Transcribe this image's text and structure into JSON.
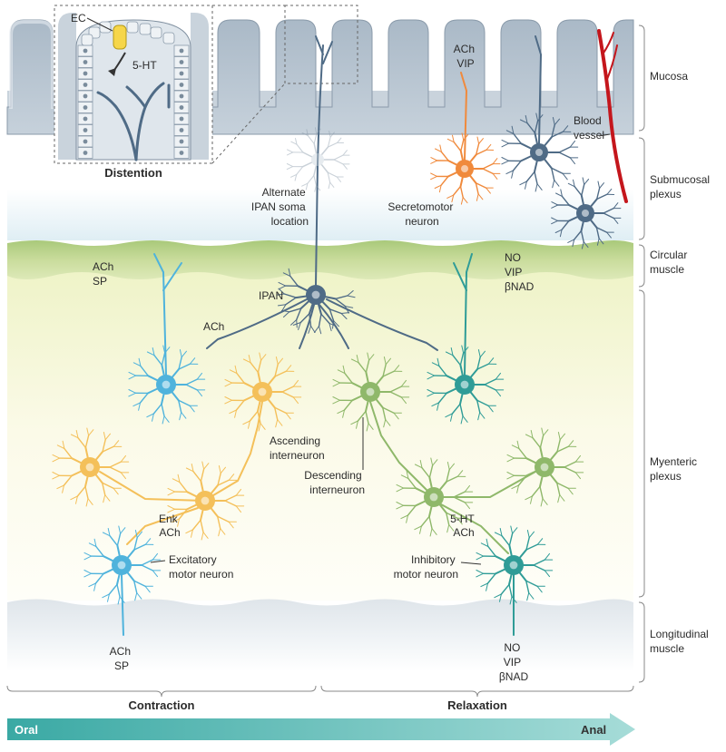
{
  "layers": {
    "mucosa": "Mucosa",
    "submucosal": [
      "Submucosal",
      "plexus"
    ],
    "circular": [
      "Circular",
      "muscle"
    ],
    "myenteric": [
      "Myenteric",
      "plexus"
    ],
    "longitudinal": [
      "Longitudinal",
      "muscle"
    ]
  },
  "inset": {
    "ec": "EC",
    "serotonin": "5-HT",
    "caption": "Distention"
  },
  "labels": {
    "ach_vip": [
      "ACh",
      "VIP"
    ],
    "blood_vessel": [
      "Blood",
      "vessel"
    ],
    "alt_ipan": [
      "Alternate",
      "IPAN soma",
      "location"
    ],
    "secretomotor": [
      "Secretomotor",
      "neuron"
    ],
    "ach_sp_top": [
      "ACh",
      "SP"
    ],
    "ipan": "IPAN",
    "ach_ipan": "ACh",
    "no_vip_bnad_top": [
      "NO",
      "VIP",
      "βNAD"
    ],
    "ascending": [
      "Ascending",
      "interneuron"
    ],
    "descending": [
      "Descending",
      "interneuron"
    ],
    "enk_ach": [
      "Enk",
      "ACh"
    ],
    "excitatory": [
      "Excitatory",
      "motor neuron"
    ],
    "ht_ach": [
      "5-HT",
      "ACh"
    ],
    "inhibitory": [
      "Inhibitory",
      "motor neuron"
    ],
    "ach_sp_bottom": [
      "ACh",
      "SP"
    ],
    "no_vip_bnad_bottom": [
      "NO",
      "VIP",
      "βNAD"
    ]
  },
  "effects": {
    "left": "Contraction",
    "right": "Relaxation"
  },
  "axis": {
    "start": "Oral",
    "end": "Anal"
  },
  "colors": {
    "ipan": "#4f6b86",
    "excitatory": "#4fb3dc",
    "ascending": "#f4c05a",
    "descending": "#8fb86a",
    "inhibitory": "#2f9c97",
    "secretomotor": "#f08a3c",
    "vessel": "#c4161c",
    "mucosa": "#c9d3dc",
    "muscle": "#b9d38a",
    "arrow": "#8fd0cc"
  }
}
